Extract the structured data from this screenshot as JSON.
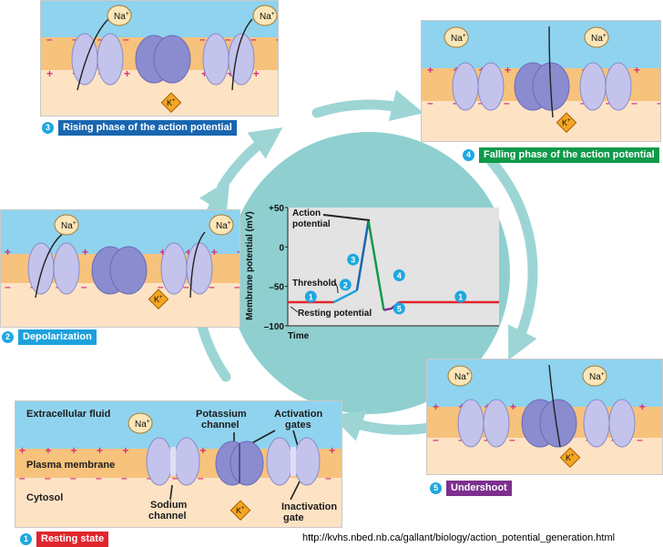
{
  "ions": {
    "na": "Na",
    "na_charge": "+",
    "k": "K",
    "k_charge": "+"
  },
  "signs": {
    "plus": "+ + + + + + + + + + + + + + + + + + + + + + + +",
    "minus": "– – – – – – – – – – – – – – – – – – – – – – – –"
  },
  "resting_panel": {
    "extracellular": "Extracellular fluid",
    "plasma_membrane": "Plasma membrane",
    "cytosol": "Cytosol",
    "potassium_channel": [
      "Potassium",
      "channel"
    ],
    "activation_gates": [
      "Activation",
      "gates"
    ],
    "sodium_channel": [
      "Sodium",
      "channel"
    ],
    "inactivation_gate": [
      "Inactivation",
      "gate"
    ]
  },
  "captions": {
    "resting": {
      "num": "1",
      "text": "Resting state",
      "color": "#e0262d"
    },
    "depolarization": {
      "num": "2",
      "text": "Depolarization",
      "color": "#1da1dc"
    },
    "rising": {
      "num": "3",
      "text": "Rising phase of the action potential",
      "color": "#1966b0"
    },
    "falling": {
      "num": "4",
      "text": "Falling phase of the action potential",
      "color": "#0f9a4a"
    },
    "undershoot": {
      "num": "5",
      "text": "Undershoot",
      "color": "#7d2f8e"
    }
  },
  "chart_labels": {
    "action_potential": [
      "Action",
      "potential"
    ],
    "threshold": "Threshold",
    "resting_potential": "Resting potential"
  },
  "chart_data": {
    "type": "line",
    "ylabel": "Membrane potential (mV)",
    "xlabel": "Time",
    "yticks": [
      "+50",
      "0",
      "–50",
      "–100"
    ],
    "ytick_values": [
      50,
      0,
      -50,
      -100
    ],
    "ylim": [
      -100,
      50
    ],
    "grid": false,
    "series": [
      {
        "phase": "1",
        "color": "#e0262d",
        "x": [
          0,
          12
        ],
        "y": [
          -70,
          -70
        ]
      },
      {
        "phase": "2",
        "color": "#1da1dc",
        "x": [
          12,
          18
        ],
        "y": [
          -70,
          -55
        ]
      },
      {
        "phase": "3",
        "color": "#1966b0",
        "x": [
          18,
          21
        ],
        "y": [
          -55,
          33
        ]
      },
      {
        "phase": "4",
        "color": "#0f9a4a",
        "x": [
          21,
          25
        ],
        "y": [
          33,
          -80
        ]
      },
      {
        "phase": "5",
        "color": "#7d2f8e",
        "x": [
          25,
          27,
          29
        ],
        "y": [
          -80,
          -78,
          -70
        ]
      },
      {
        "phase": "1",
        "color": "#e0262d",
        "x": [
          29,
          55
        ],
        "y": [
          -70,
          -70
        ]
      }
    ],
    "markers": [
      "1",
      "2",
      "3",
      "4",
      "5",
      "1"
    ]
  },
  "colors": {
    "cycle": "#9dd5d5",
    "chart_bg": "#e3e3e3",
    "marker": "#1ea7e0"
  },
  "source_url": "http://kvhs.nbed.nb.ca/gallant/biology/action_potential_generation.html"
}
